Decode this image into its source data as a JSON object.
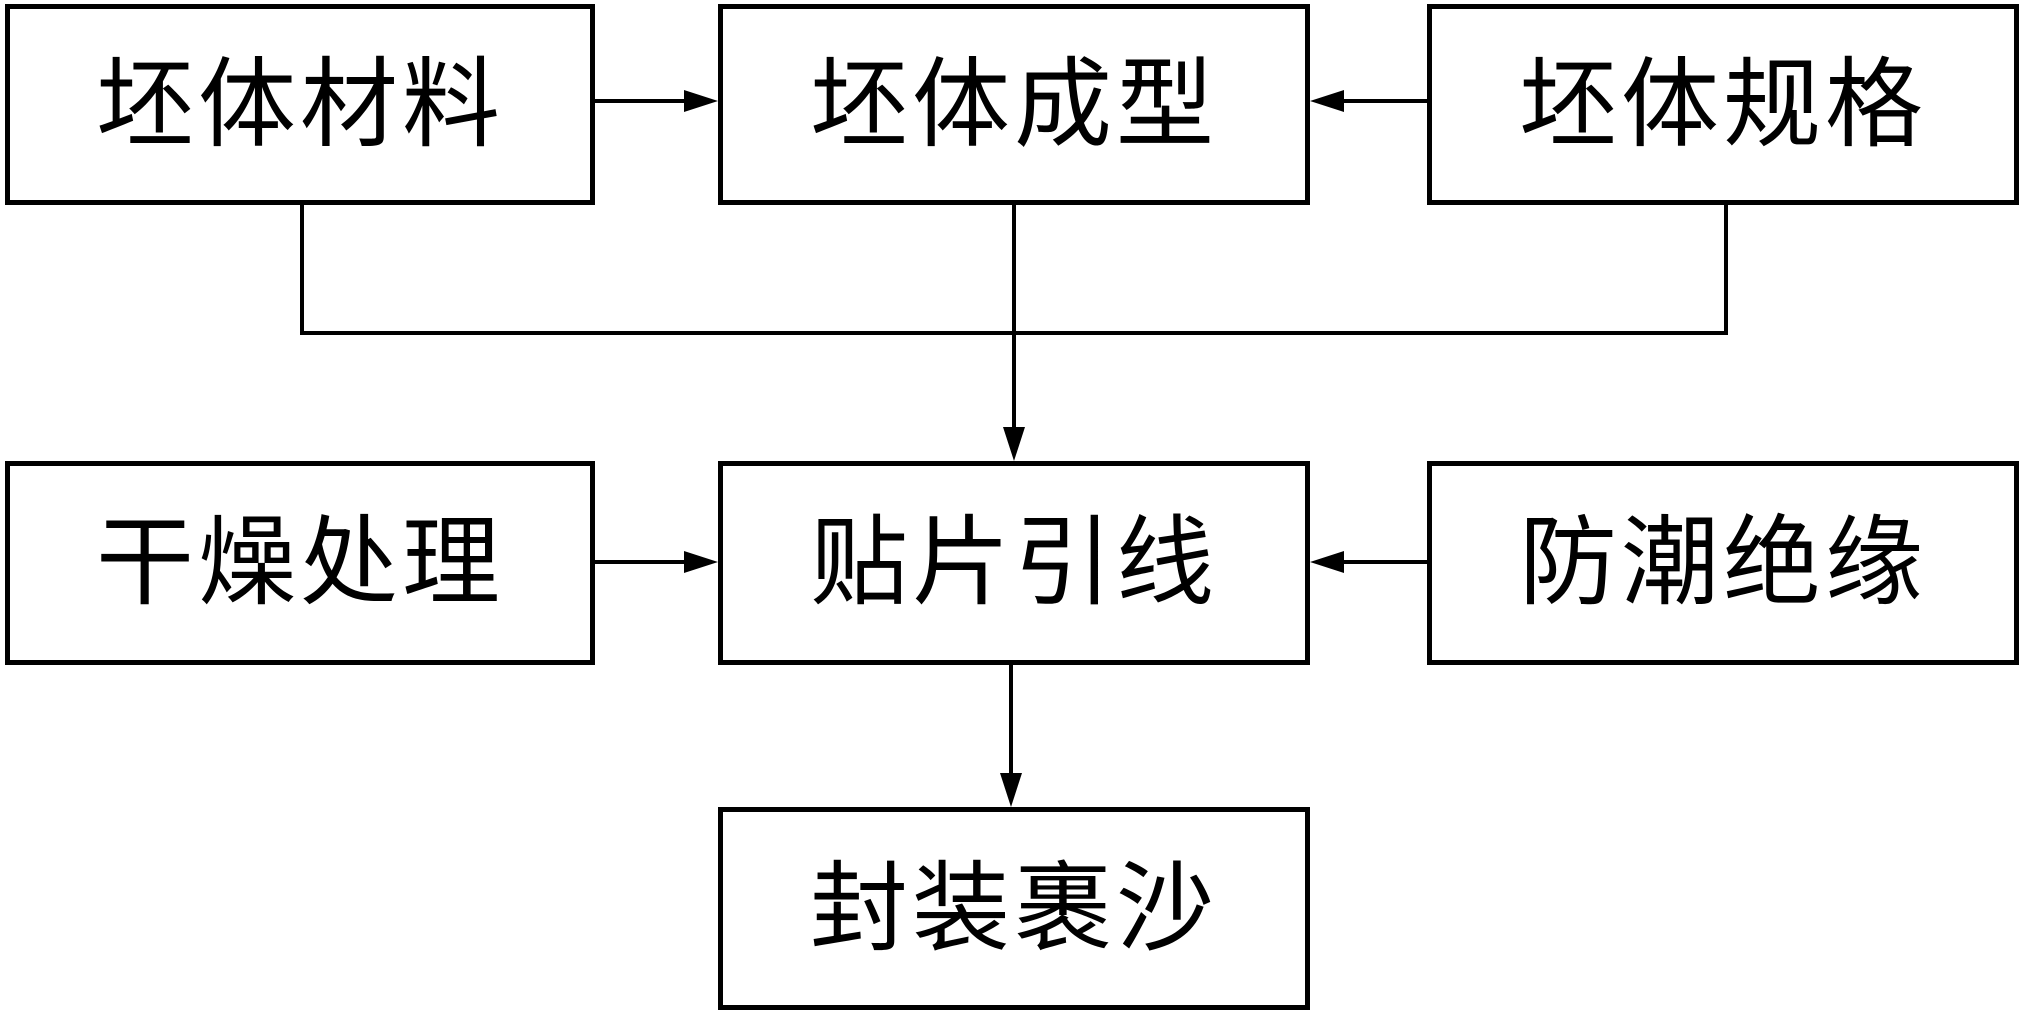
{
  "diagram": {
    "nodes": {
      "material": "坯体材料",
      "forming": "坯体成型",
      "spec": "坯体规格",
      "drying": "干燥处理",
      "patch": "贴片引线",
      "moisture": "防潮绝缘",
      "package": "封装裹沙"
    },
    "edges": [
      {
        "from": "material",
        "to": "forming"
      },
      {
        "from": "spec",
        "to": "forming"
      },
      {
        "from": "material",
        "to": "patch"
      },
      {
        "from": "forming",
        "to": "patch"
      },
      {
        "from": "spec",
        "to": "patch"
      },
      {
        "from": "drying",
        "to": "patch"
      },
      {
        "from": "moisture",
        "to": "patch"
      },
      {
        "from": "patch",
        "to": "package"
      }
    ],
    "colors": {
      "stroke": "#000000",
      "background": "#ffffff"
    }
  }
}
